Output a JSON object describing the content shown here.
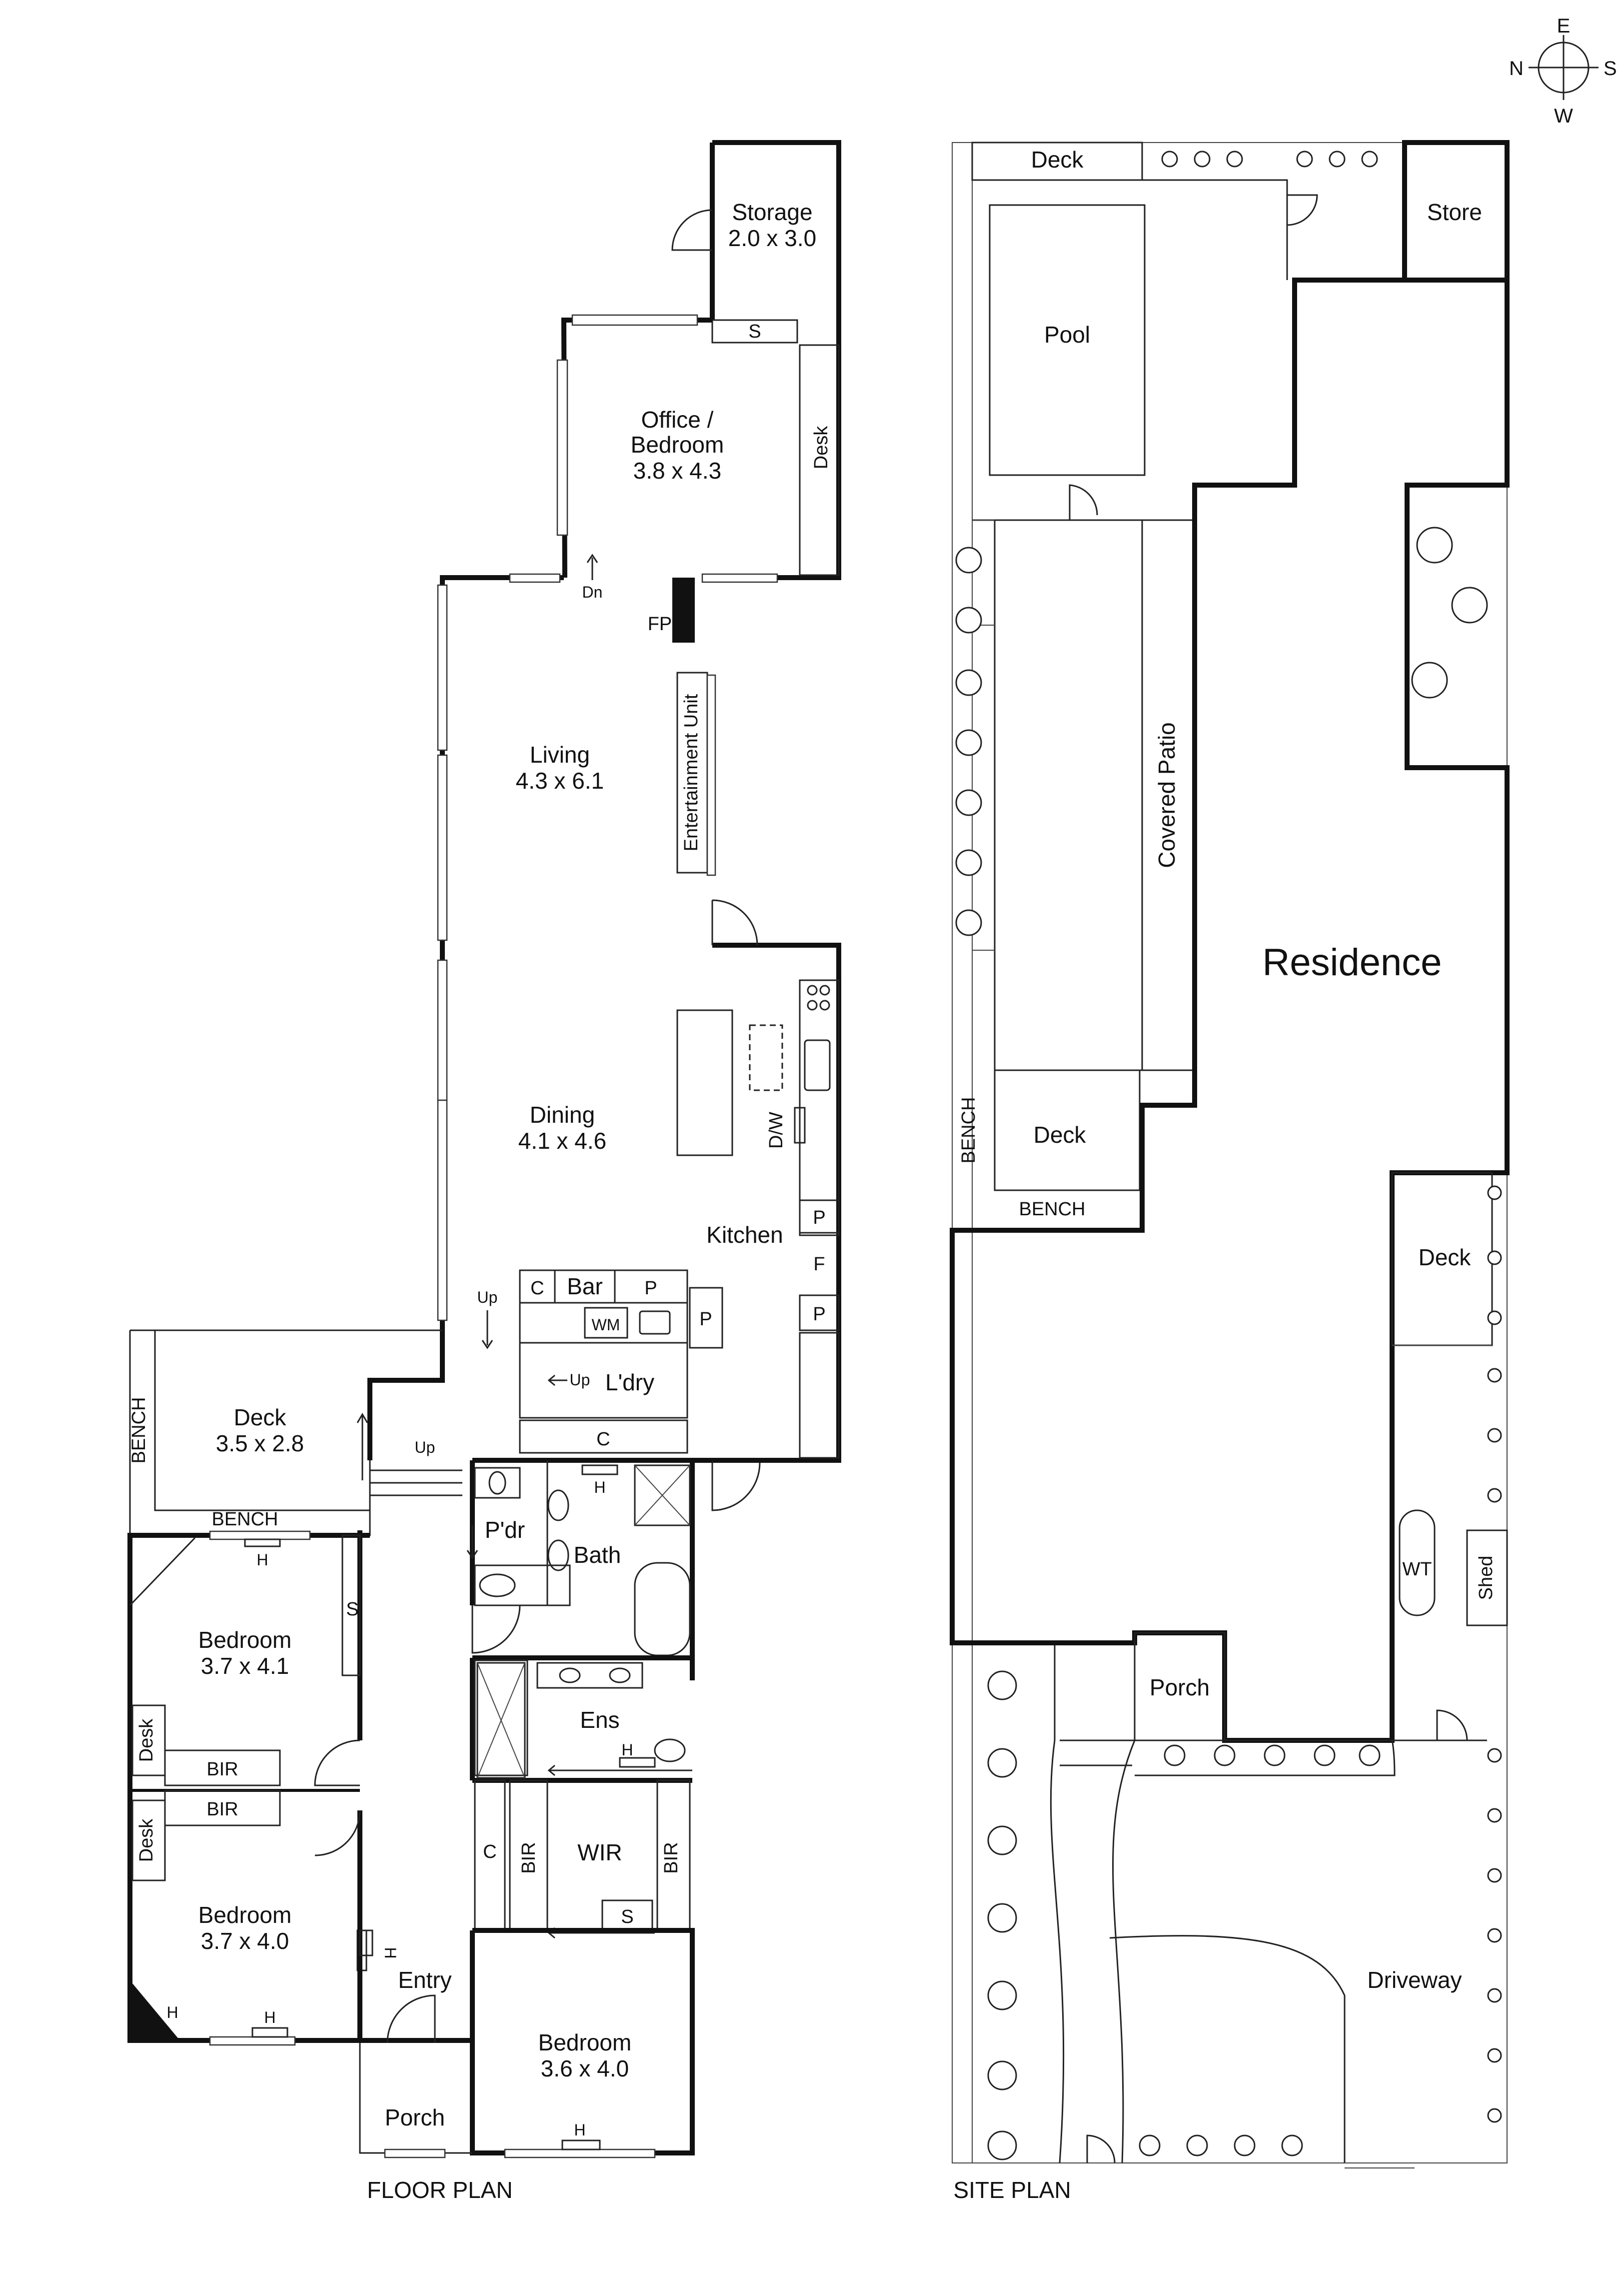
{
  "compass": {
    "n": "N",
    "e": "E",
    "s": "S",
    "w": "W"
  },
  "floor_plan": {
    "caption": "FLOOR PLAN",
    "rooms": {
      "storage": {
        "name": "Storage",
        "dims": "2.0 x 3.0"
      },
      "office": {
        "name1": "Office /",
        "name2": "Bedroom",
        "dims": "3.8 x 4.3"
      },
      "living": {
        "name": "Living",
        "dims": "4.3 x 6.1"
      },
      "dining": {
        "name": "Dining",
        "dims": "4.1 x 4.6"
      },
      "kitchen": {
        "name": "Kitchen"
      },
      "deck": {
        "name": "Deck",
        "dims": "3.5 x 2.8"
      },
      "laundry": {
        "name": "L'dry"
      },
      "bath": {
        "name": "Bath"
      },
      "powder": {
        "name": "P'dr"
      },
      "bed1": {
        "name": "Bedroom",
        "dims": "3.7 x 4.1"
      },
      "bed2": {
        "name": "Bedroom",
        "dims": "3.7 x 4.0"
      },
      "bed3": {
        "name": "Bedroom",
        "dims": "3.6 x 4.0"
      },
      "ensuite": {
        "name": "Ens"
      },
      "wir": {
        "name": "WIR"
      },
      "entry": {
        "name": "Entry"
      },
      "porch": {
        "name": "Porch"
      }
    },
    "labels": {
      "s": "S",
      "desk": "Desk",
      "dn": "Dn",
      "fp": "FP",
      "entertainment": "Entertainment Unit",
      "dw": "D/W",
      "p": "P",
      "f": "F",
      "c": "C",
      "bar": "Bar",
      "wm": "WM",
      "up": "Up",
      "bench": "BENCH",
      "h": "H",
      "bir": "BIR"
    }
  },
  "site_plan": {
    "caption": "SITE PLAN",
    "labels": {
      "deck": "Deck",
      "store": "Store",
      "pool": "Pool",
      "covered_patio": "Covered Patio",
      "residence": "Residence",
      "bench": "BENCH",
      "wt": "WT",
      "shed": "Shed",
      "porch": "Porch",
      "driveway": "Driveway"
    }
  }
}
